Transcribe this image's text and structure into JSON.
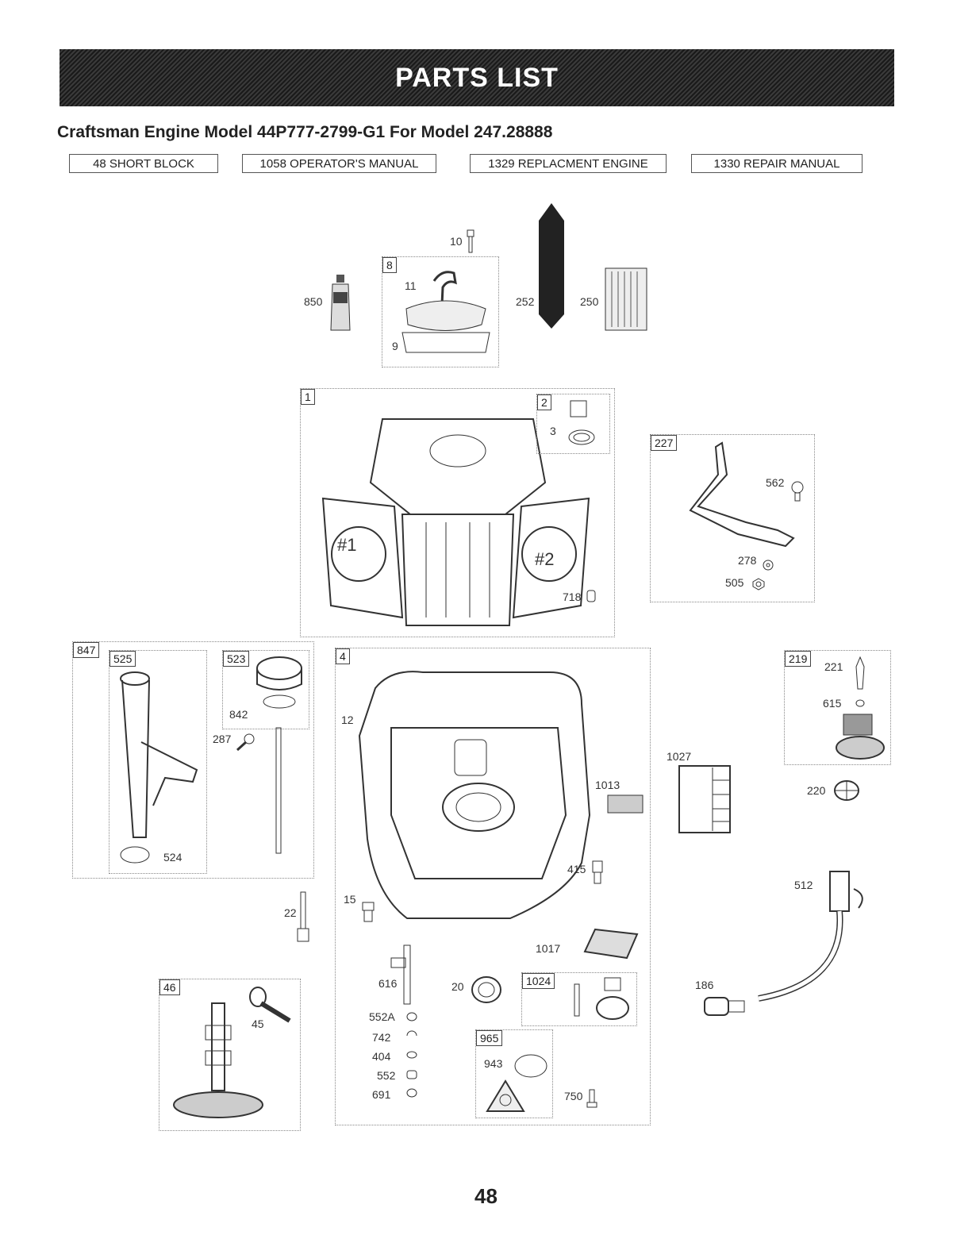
{
  "header": {
    "title": "PARTS LIST"
  },
  "subtitle": "Craftsman Engine Model 44P777-2799-G1 For Model 247.28888",
  "kits": [
    {
      "label": "48 SHORT BLOCK"
    },
    {
      "label": "1058 OPERATOR'S MANUAL"
    },
    {
      "label": "1329 REPLACMENT ENGINE"
    },
    {
      "label": "1330 REPAIR MANUAL"
    }
  ],
  "groups": {
    "g8": "8",
    "g1": "1",
    "g2": "2",
    "g227": "227",
    "g847": "847",
    "g525": "525",
    "g523": "523",
    "g4": "4",
    "g219": "219",
    "g46": "46",
    "g1024": "1024",
    "g965": "965"
  },
  "callouts": {
    "p10": "10",
    "p11": "11",
    "p850": "850",
    "p9": "9",
    "p252": "252",
    "p250": "250",
    "p3": "3",
    "p562": "562",
    "p278": "278",
    "p505": "505",
    "p718": "718",
    "cyl1": "#1",
    "cyl2": "#2",
    "p842": "842",
    "p287": "287",
    "p524": "524",
    "p12": "12",
    "p1013": "1013",
    "p1027": "1027",
    "p221": "221",
    "p615": "615",
    "p220": "220",
    "p415": "415",
    "p512": "512",
    "p22": "22",
    "p15": "15",
    "p1017": "1017",
    "p616": "616",
    "p20": "20",
    "p186": "186",
    "p45": "45",
    "p552A": "552A",
    "p742": "742",
    "p404": "404",
    "p552": "552",
    "p691": "691",
    "p943": "943",
    "p750": "750"
  },
  "page": {
    "number": "48"
  }
}
